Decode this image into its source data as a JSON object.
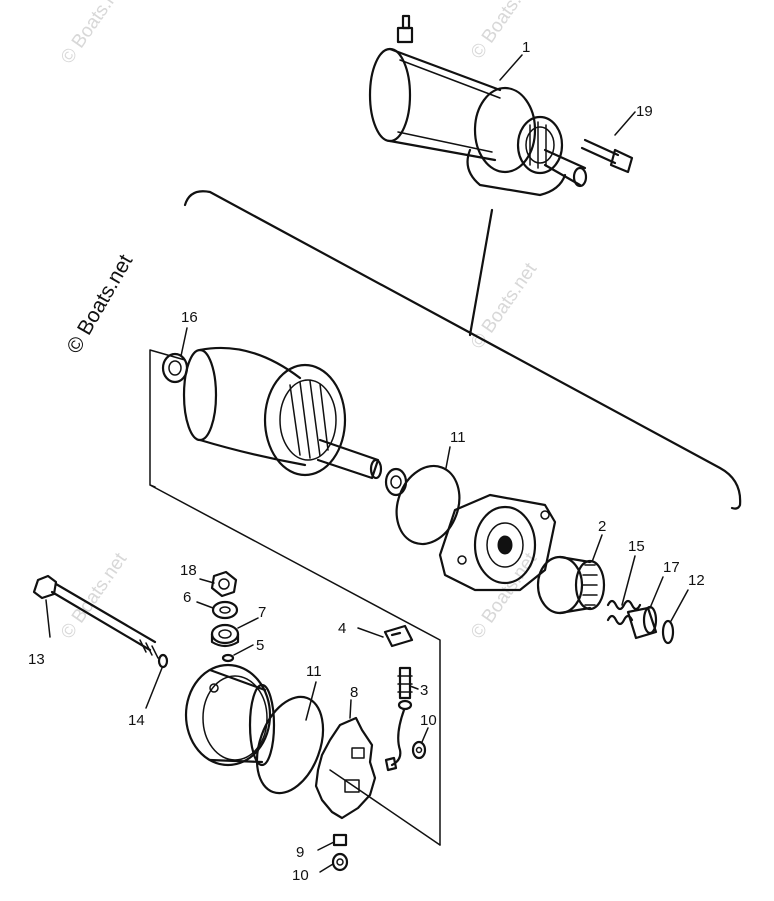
{
  "watermark": {
    "text": "© Boats.net"
  },
  "parts": {
    "p1": "1",
    "p2": "2",
    "p3": "3",
    "p4": "4",
    "p5": "5",
    "p6": "6",
    "p7": "7",
    "p8": "8",
    "p9": "9",
    "p10a": "10",
    "p10b": "10",
    "p11a": "11",
    "p11b": "11",
    "p12": "12",
    "p13": "13",
    "p14": "14",
    "p15": "15",
    "p16": "16",
    "p17": "17",
    "p18": "18",
    "p19": "19"
  }
}
